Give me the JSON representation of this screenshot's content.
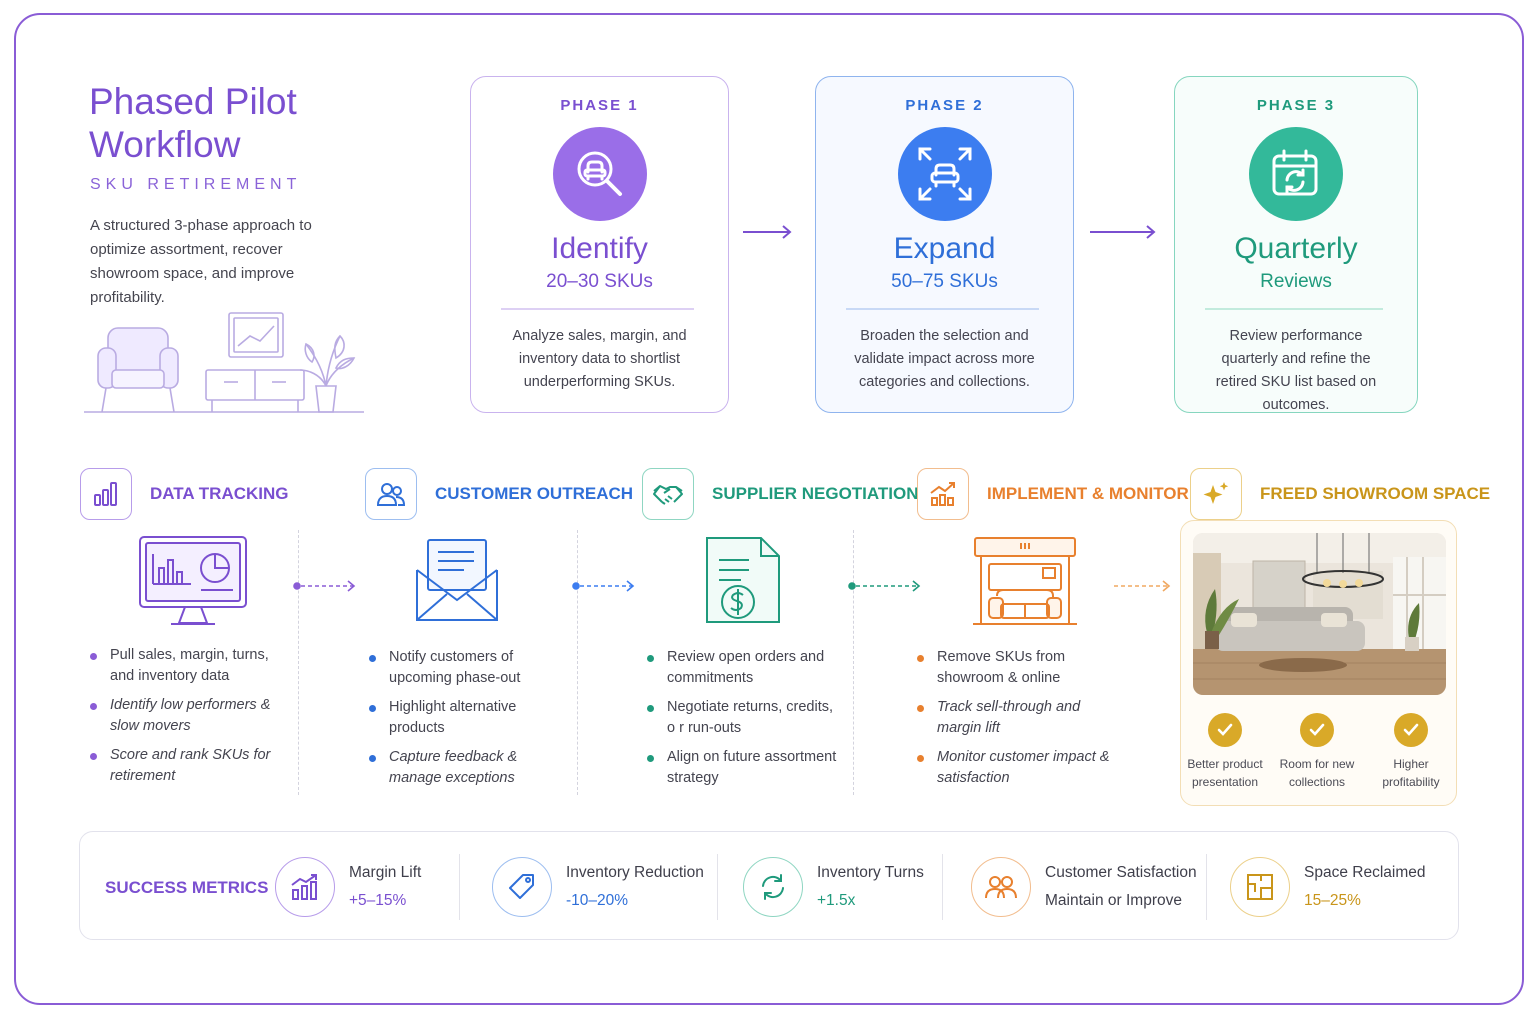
{
  "header": {
    "title": "Phased Pilot Workflow",
    "subtitle": "SKU RETIREMENT",
    "description": "A structured 3-phase approach to optimize assortment, recover showroom space, and improve profitability."
  },
  "phases": [
    {
      "label": "PHASE 1",
      "name": "Identify",
      "count": "20–30 SKUs",
      "description": "Analyze sales, margin, and inventory data to shortlist underperforming SKUs.",
      "color": "#7a4fd0",
      "icon": "magnifier-chair-icon"
    },
    {
      "label": "PHASE 2",
      "name": "Expand",
      "count": "50–75 SKUs",
      "description": "Broaden the selection and validate impact across more categories and collections.",
      "color": "#2f6fd8",
      "icon": "expand-chair-icon"
    },
    {
      "label": "PHASE 3",
      "name": "Quarterly",
      "count": "Reviews",
      "description": "Review performance quarterly and refine the retired SKU list based on outcomes.",
      "color": "#1f9a7c",
      "icon": "calendar-refresh-icon"
    }
  ],
  "steps": [
    {
      "title": "DATA TRACKING",
      "color": "#7a4fd0",
      "icon": "bar-chart-icon",
      "bullets": [
        "Pull sales, margin, turns, and inventory data",
        "Identify low performers & slow movers",
        "Score and rank SKUs for retirement"
      ]
    },
    {
      "title": "CUSTOMER OUTREACH",
      "color": "#2f6fd8",
      "icon": "users-icon",
      "bullets": [
        "Notify customers of upcoming phase-out",
        "Highlight alternative products",
        "Capture feedback & manage exceptions"
      ]
    },
    {
      "title": "SUPPLIER NEGOTIATION",
      "color": "#1f9a7c",
      "icon": "handshake-icon",
      "bullets": [
        "Review open orders and commitments",
        "Negotiate returns, credits, o r run-outs",
        "Align on future assortment strategy"
      ]
    },
    {
      "title": "IMPLEMENT & MONITOR",
      "color": "#e8802e",
      "icon": "trend-chart-icon",
      "bullets": [
        "Remove SKUs from showroom & online",
        "Track sell-through and margin lift",
        "Monitor customer impact & satisfaction"
      ]
    }
  ],
  "freed": {
    "title": "FREED SHOWROOM SPACE",
    "color": "#d9a928",
    "icon": "sparkle-icon",
    "benefits": [
      "Better product presentation",
      "Room for new collections",
      "Higher profitability"
    ]
  },
  "metrics": {
    "title": "SUCCESS METRICS",
    "items": [
      {
        "label": "Margin Lift",
        "value": "+5–15%",
        "color": "#7a4fd0",
        "icon": "growth-chart-icon"
      },
      {
        "label": "Inventory Reduction",
        "value": "-10–20%",
        "color": "#2f6fd8",
        "icon": "tag-icon"
      },
      {
        "label": "Inventory Turns",
        "value": "+1.5x",
        "color": "#1f9a7c",
        "icon": "refresh-icon"
      },
      {
        "label": "Customer Satisfaction",
        "value": "Maintain or Improve",
        "color": "#e8802e",
        "icon": "users-icon"
      },
      {
        "label": "Space Reclaimed",
        "value": "15–25%",
        "color": "#d9a928",
        "icon": "floorplan-icon"
      }
    ]
  }
}
